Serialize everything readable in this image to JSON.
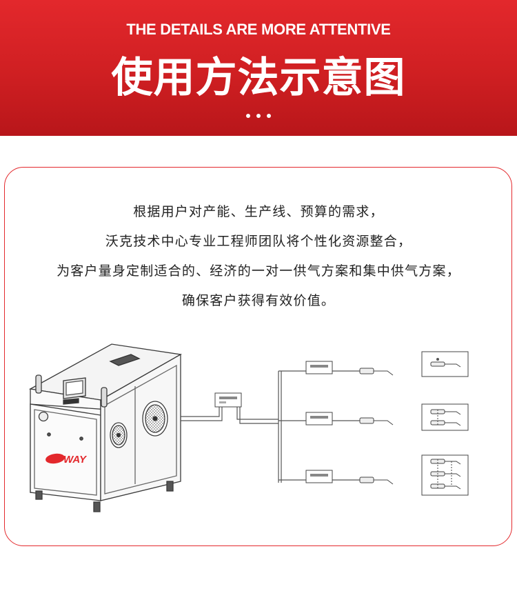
{
  "header": {
    "subtitle": "THE DETAILS ARE MORE ATTENTIVE",
    "title": "使用方法示意图"
  },
  "description": {
    "lines": [
      "根据用户对产能、生产线、预算的需求，",
      "沃克技术中心专业工程师团队将个性化资源整合，",
      "为客户量身定制适合的、经济的一对一供气方案和集中供气方案，",
      "确保客户获得有效价值。"
    ]
  },
  "machine": {
    "brand_logo": "WAY"
  },
  "colors": {
    "accent": "#e3282c",
    "line": "#555555"
  }
}
